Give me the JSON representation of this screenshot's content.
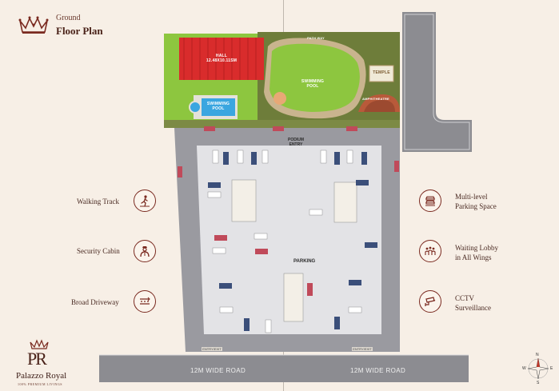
{
  "header": {
    "subtitle": "Ground",
    "title": "Floor Plan"
  },
  "features_left": [
    {
      "label": "Walking Track",
      "icon": "walking-track-icon"
    },
    {
      "label": "Security Cabin",
      "icon": "security-guard-icon"
    },
    {
      "label": "Broad Driveway",
      "icon": "driveway-icon"
    }
  ],
  "features_right": [
    {
      "line1": "Multi-level",
      "line2": "Parking Space",
      "icon": "multi-level-parking-icon"
    },
    {
      "line1": "Waiting Lobby",
      "line2": "in All Wings",
      "icon": "waiting-lobby-icon"
    },
    {
      "line1": "CCTV",
      "line2": "Surveillance",
      "icon": "cctv-camera-icon"
    }
  ],
  "plan": {
    "hall_line1": "HALL",
    "hall_line2": "12.48X10.11SM",
    "pool_small_line1": "SWIMMING",
    "pool_small_line2": "POOL",
    "pool_big_line1": "SWIMMING",
    "pool_big_line2": "POOL",
    "path_way": "PATH WAY",
    "temple": "TEMPLE",
    "amphitheatre": "AMPHITHEATRE",
    "podium_line1": "PODIUM",
    "podium_line2": "ENTRY",
    "parking": "PARKING",
    "entry_exit_left": "ENTRY/EXIT",
    "entry_exit_right": "ENTRY/EXIT",
    "road_left": "12M WIDE ROAD",
    "road_right": "12M WIDE ROAD"
  },
  "logo": {
    "mark": "PR",
    "name": "Palazzo Royal",
    "tagline": "100% PREMIUM LIVINGS"
  },
  "compass": {
    "n": "N",
    "s": "S",
    "e": "E",
    "w": "W"
  },
  "colors": {
    "background": "#f7efe6",
    "accent": "#7a2a20",
    "lawn": "#8dc63f",
    "pool": "#3aa6e0",
    "hall_roof": "#d92c2c",
    "parking_floor": "#e3e3e6",
    "road": "#8c8c91"
  }
}
